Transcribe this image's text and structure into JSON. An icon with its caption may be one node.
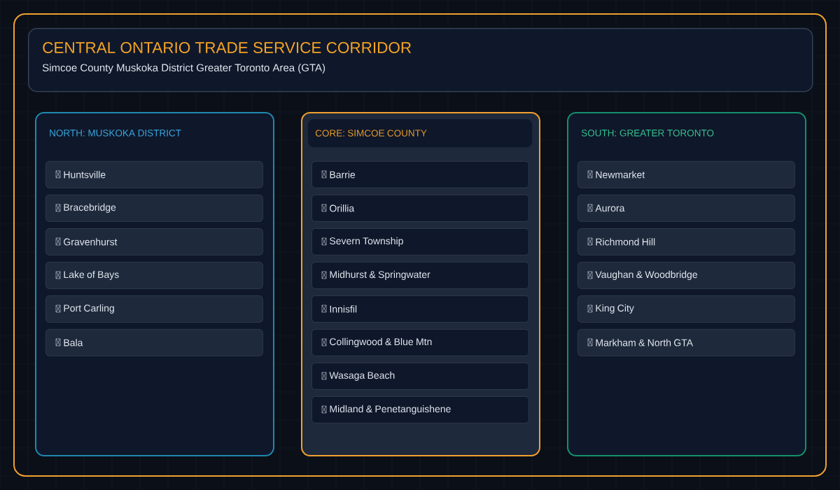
{
  "diagram": {
    "nodes": [
      {
        "text": [
          "CENTRAL ONTARIO TRADE SERVICE CORRIDOR",
          "Simcoe County Muskoka District Greater Toronto Area (GTA)"
        ]
      },
      {
        "text": [
          "NORTH: MUSKOKA DISTRICT"
        ]
      },
      {
        "text": [
          "Huntsville"
        ],
        "in": 1
      },
      {
        "text": [
          "Bracebridge"
        ],
        "in": 1
      },
      {
        "text": [
          "Gravenhurst"
        ],
        "in": 1
      },
      {
        "text": [
          "Lake of Bays"
        ],
        "in": 1
      },
      {
        "text": [
          "Port Carling"
        ],
        "in": 1
      },
      {
        "text": [
          "Bala"
        ],
        "in": 1
      },
      {
        "text": [],
        "shape": "box"
      },
      {
        "text": [
          "CORE: SIMCOE COUNTY"
        ],
        "in": 8
      },
      {
        "text": [
          "Barrie"
        ],
        "in": 8
      },
      {
        "text": [
          "Orillia"
        ],
        "in": 8
      },
      {
        "text": [
          "Severn Township"
        ],
        "in": 8
      },
      {
        "text": [
          "Midhurst & Springwater"
        ],
        "in": 8
      },
      {
        "text": [
          "Innisfil"
        ],
        "in": 8
      },
      {
        "text": [
          "Collingwood & Blue Mtn"
        ],
        "in": 8
      },
      {
        "text": [
          "Wasaga Beach"
        ],
        "in": 8
      },
      {
        "text": [
          "Midland & Penetanguishene"
        ],
        "in": 8
      },
      {
        "text": [
          "SOUTH: GREATER TORONTO"
        ]
      },
      {
        "text": [
          "Newmarket"
        ],
        "in": 18
      },
      {
        "text": [
          "Aurora"
        ],
        "in": 18
      },
      {
        "text": [
          "Richmond Hill"
        ],
        "in": 18
      },
      {
        "text": [
          "Vaughan & Woodbridge"
        ],
        "in": 18
      },
      {
        "text": [
          "King City"
        ],
        "in": 18
      },
      {
        "text": [
          "Markham & North GTA"
        ],
        "in": 18
      }
    ]
  }
}
